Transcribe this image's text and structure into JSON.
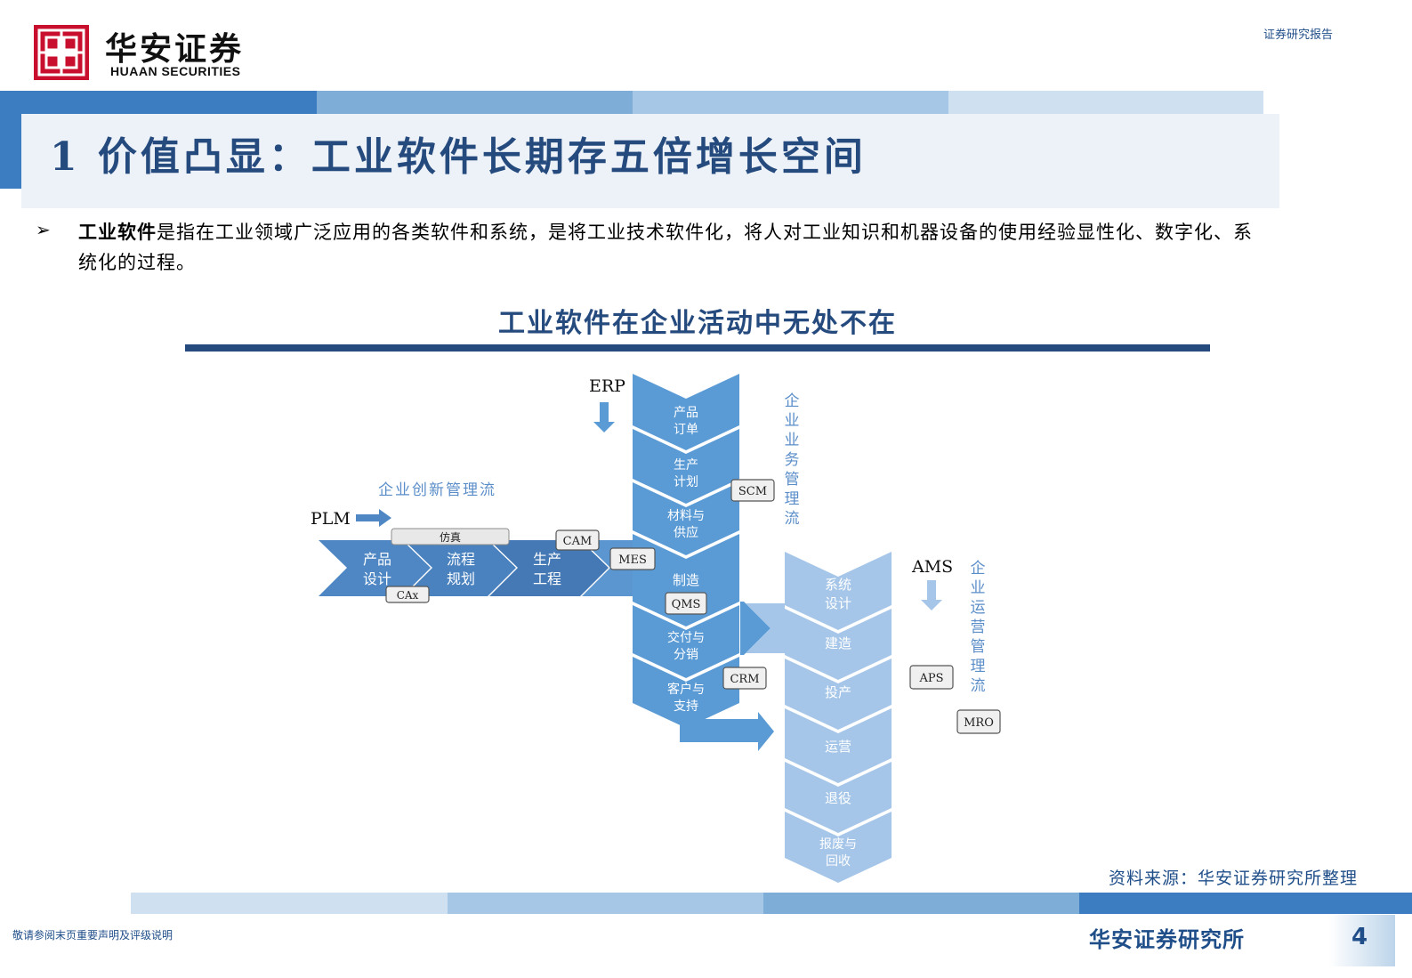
{
  "header": {
    "logo_cn": "华安证券",
    "logo_en": "HUAAN SECURITIES",
    "report_type": "证券研究报告"
  },
  "page_title": "1 价值凸显：工业软件长期存五倍增长空间",
  "intro": {
    "bold": "工业软件",
    "text": "是指在工业领域广泛应用的各类软件和系统，是将工业技术软件化，将人对工业知识和机器设备的使用经验显性化、数字化、系统化的过程。"
  },
  "figure": {
    "title": "工业软件在企业活动中无处不在",
    "erp": "ERP",
    "plm": "PLM",
    "ams": "AMS",
    "innovation_flow": "企业创新管理流",
    "business_flow": "企业业务管理流",
    "operation_flow": "企业运营管理流",
    "plm_steps": [
      {
        "l1": "产品",
        "l2": "设计"
      },
      {
        "l1": "流程",
        "l2": "规划"
      },
      {
        "l1": "生产",
        "l2": "工程"
      }
    ],
    "erp_steps": [
      {
        "l1": "产品",
        "l2": "订单"
      },
      {
        "l1": "生产",
        "l2": "计划"
      },
      {
        "l1": "材料与",
        "l2": "供应"
      },
      {
        "l1": "制造",
        "l2": ""
      },
      {
        "l1": "交付与",
        "l2": "分销"
      },
      {
        "l1": "客户与",
        "l2": "支持"
      }
    ],
    "ams_steps": [
      {
        "l1": "系统",
        "l2": "设计"
      },
      {
        "l1": "建造",
        "l2": ""
      },
      {
        "l1": "投产",
        "l2": ""
      },
      {
        "l1": "运营",
        "l2": ""
      },
      {
        "l1": "退役",
        "l2": ""
      },
      {
        "l1": "报废与",
        "l2": "回收"
      }
    ],
    "tags": {
      "simulation": "仿真",
      "cax": "CAx",
      "cam": "CAM",
      "mes": "MES",
      "scm": "SCM",
      "qms": "QMS",
      "crm": "CRM",
      "aps": "APS",
      "mro": "MRO"
    }
  },
  "source": "资料来源：华安证券研究所整理",
  "footer": {
    "note": "敬请参阅末页重要声明及评级说明",
    "org": "华安证券研究所",
    "page": "4"
  }
}
